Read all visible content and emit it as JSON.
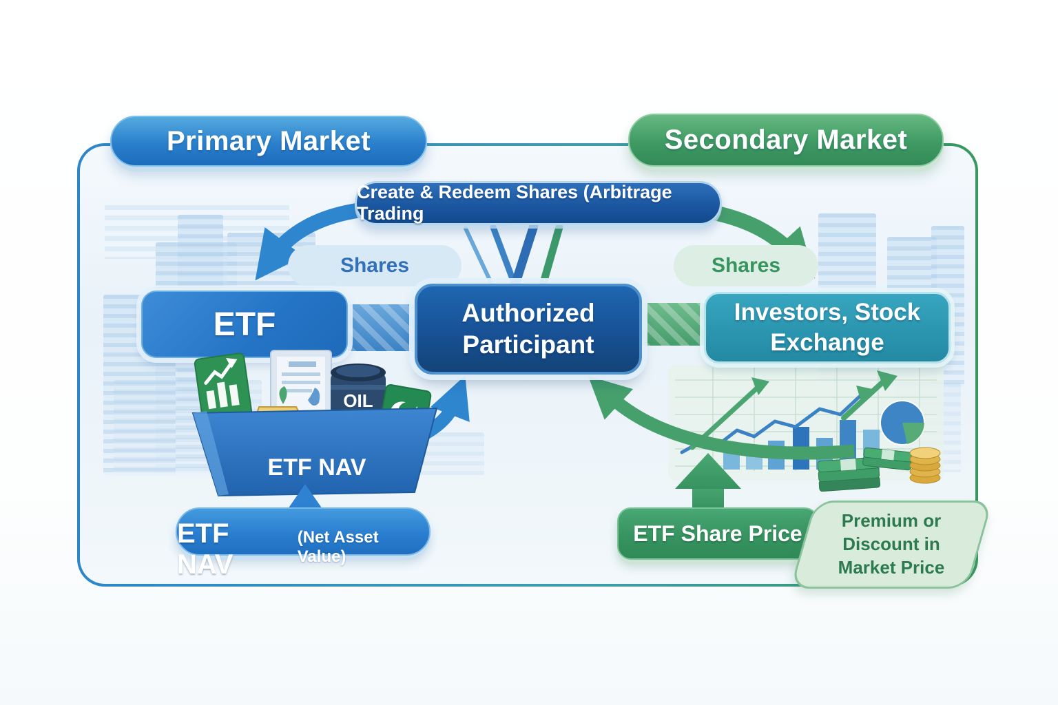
{
  "title": "ETF Primary and Secondary Market Diagram",
  "headers": {
    "primary": "Primary Market",
    "secondary": "Secondary Market"
  },
  "banner": {
    "label": "Create & Redeem Shares (Arbitrage Trading"
  },
  "flow": {
    "shares_left": "Shares",
    "shares_right": "Shares"
  },
  "nodes": {
    "etf": {
      "label": "ETF"
    },
    "authorized_participant": {
      "label": "Authorized Participant"
    },
    "investors": {
      "label": "Investors, Stock Exchange"
    }
  },
  "basket": {
    "label": "ETF NAV",
    "oil_label": "OIL"
  },
  "callouts": {
    "nav": {
      "main": "ETF NAV",
      "sub": "(Net Asset Value)"
    },
    "share_price": {
      "label": "ETF Share Price"
    },
    "premium": {
      "label": "Premium or Discount in Market Price"
    }
  },
  "icons": {
    "basket_items": [
      "bar-chart-card-icon",
      "document-icon",
      "gold-bars-icon",
      "oil-barrel-icon",
      "crescent-star-icon",
      "cash-stack-icon"
    ],
    "market_chart": [
      "bar-chart-icon",
      "trend-arrow-icon",
      "line-graph-icon",
      "pie-chart-icon",
      "cash-stack-icon",
      "coins-icon"
    ]
  },
  "colors": {
    "primary_blue": "#2e86cf",
    "dark_blue": "#164f96",
    "teal": "#2f9cb6",
    "green": "#3f9e68",
    "light_green": "#d9ecdf",
    "premium_text": "#2c7a4e",
    "shares_blue": "#3270b8",
    "shares_green": "#36945f"
  }
}
